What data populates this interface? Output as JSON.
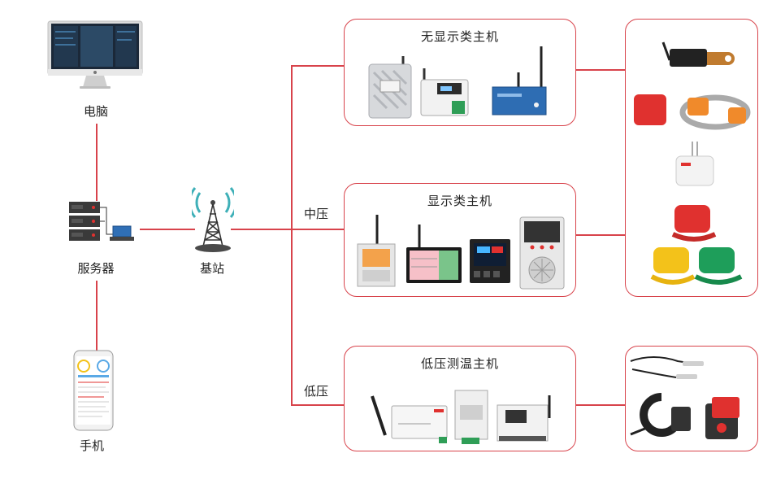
{
  "left_column": {
    "computer_label": "电脑",
    "server_label": "服务器",
    "phone_label": "手机"
  },
  "base_station": {
    "label": "基站"
  },
  "branches": {
    "medium_voltage_label": "中压",
    "low_voltage_label": "低压"
  },
  "hosts": {
    "no_display_title": "无显示类主机",
    "display_title": "显示类主机",
    "low_voltage_title": "低压测温主机"
  },
  "colors": {
    "connector": "#d8434b",
    "sensor_red": "#e0312f",
    "sensor_orange": "#f08a2b",
    "sensor_yellow": "#f3c21a",
    "sensor_green": "#1e9e5a"
  }
}
